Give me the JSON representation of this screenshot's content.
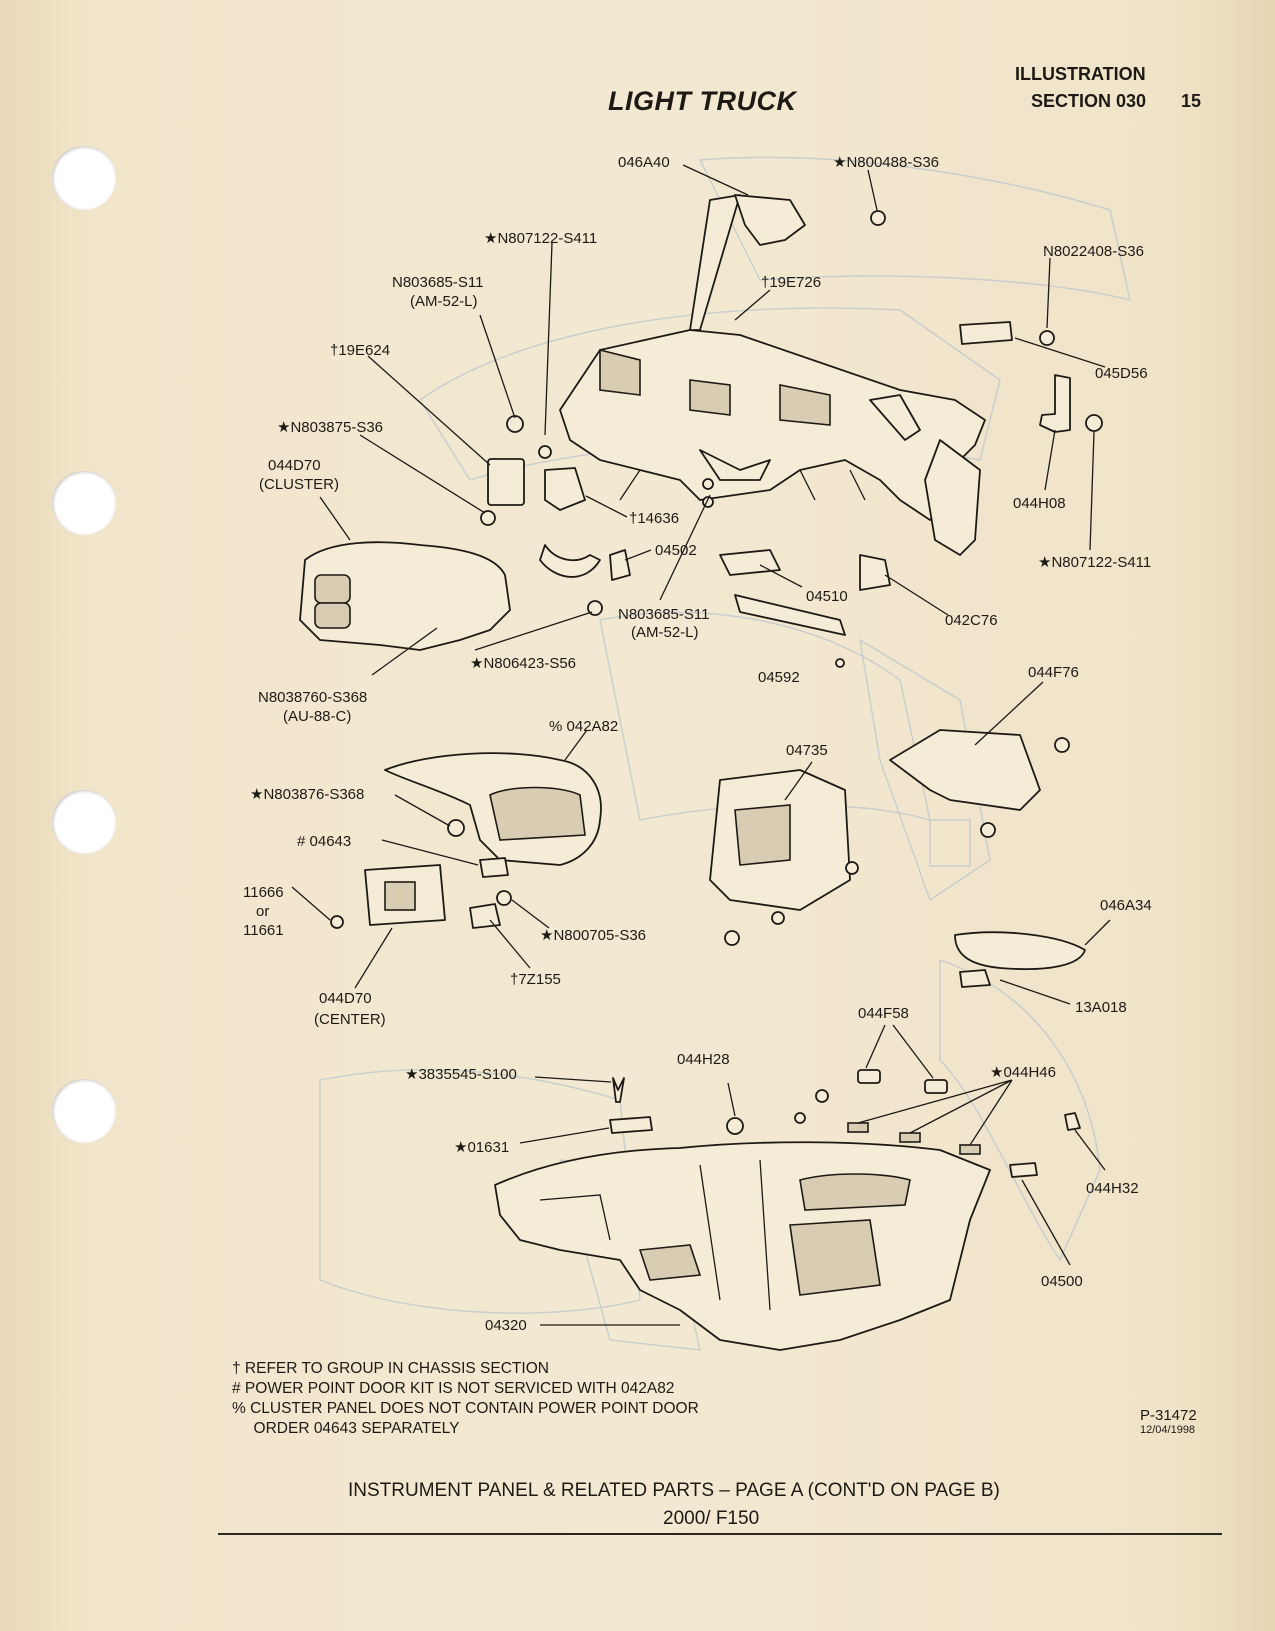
{
  "header": {
    "title": "LIGHT TRUCK",
    "illustration": "ILLUSTRATION",
    "section": "SECTION 030",
    "page_number": "15"
  },
  "callouts": {
    "c046A40": "046A40",
    "cN800488": "★N800488-S36",
    "cN807122a": "★N807122-S411",
    "c19E726": "†19E726",
    "cN8022408": "N8022408-S36",
    "cN803685a": "N803685-S11",
    "cN803685a_sub": "(AM-52-L)",
    "c045D56": "045D56",
    "c19E624": "†19E624",
    "cN803875": "★N803875-S36",
    "c044D70a": "044D70",
    "c044D70a_sub": "(CLUSTER)",
    "c14636": "†14636",
    "c044H08": "044H08",
    "cN807122b": "★N807122-S411",
    "c04502": "04502",
    "c04510": "04510",
    "cN803685b": "N803685-S11",
    "cN803685b_sub": "(AM-52-L)",
    "c042C76": "042C76",
    "cN806423": "★N806423-S56",
    "c04592": "04592",
    "cN8038760": "N8038760-S368",
    "cN8038760_sub": "(AU-88-C)",
    "c044F76": "044F76",
    "c042A82": "% 042A82",
    "c04735": "04735",
    "cN803876": "★N803876-S368",
    "c04643": "# 04643",
    "c11666": "11666",
    "c11666_or": "or",
    "c11661": "11661",
    "cN800705": "★N800705-S36",
    "c7Z155": "†7Z155",
    "c044D70b": "044D70",
    "c044D70b_sub": "(CENTER)",
    "c046A34": "046A34",
    "c13A018": "13A018",
    "c044F58": "044F58",
    "c044H46": "★044H46",
    "c3835545": "★3835545-S100",
    "c044H28": "044H28",
    "c01631": "★01631",
    "c044H32": "044H32",
    "c04500": "04500",
    "c04320": "04320"
  },
  "notes": [
    "†  REFER TO GROUP IN CHASSIS SECTION",
    "#  POWER POINT DOOR KIT IS NOT SERVICED WITH 042A82",
    "%  CLUSTER PANEL DOES NOT CONTAIN POWER POINT DOOR",
    "     ORDER 04643 SEPARATELY"
  ],
  "drawing_id": "P-31472",
  "drawing_date": "12/04/1998",
  "footer": {
    "line1": "INSTRUMENT PANEL & RELATED PARTS – PAGE A (CONT'D ON PAGE B)",
    "line2": "2000/ F150"
  }
}
